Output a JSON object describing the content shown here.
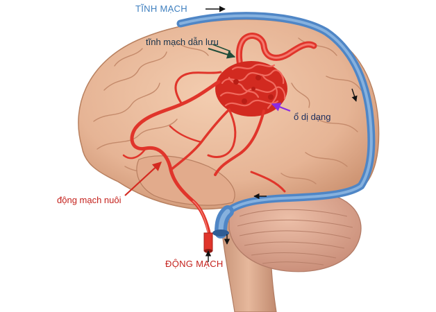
{
  "labels": {
    "vein": "TĨNH MẠCH",
    "draining_vein": "tĩnh mạch dẫn lưu",
    "malformation": "ổ dị dạng",
    "feeding_artery": "động mạch nuôi",
    "artery": "ĐỘNG MẠCH"
  },
  "colors": {
    "vein": "#4f86c6",
    "artery": "#e0352b",
    "brain": "#e8b99a",
    "cerebellum": "#dca993",
    "brainstem": "#d9a98c",
    "nidus_pointer": "#8a2be2",
    "label_red": "#c4211c",
    "label_dark": "#17324a"
  }
}
